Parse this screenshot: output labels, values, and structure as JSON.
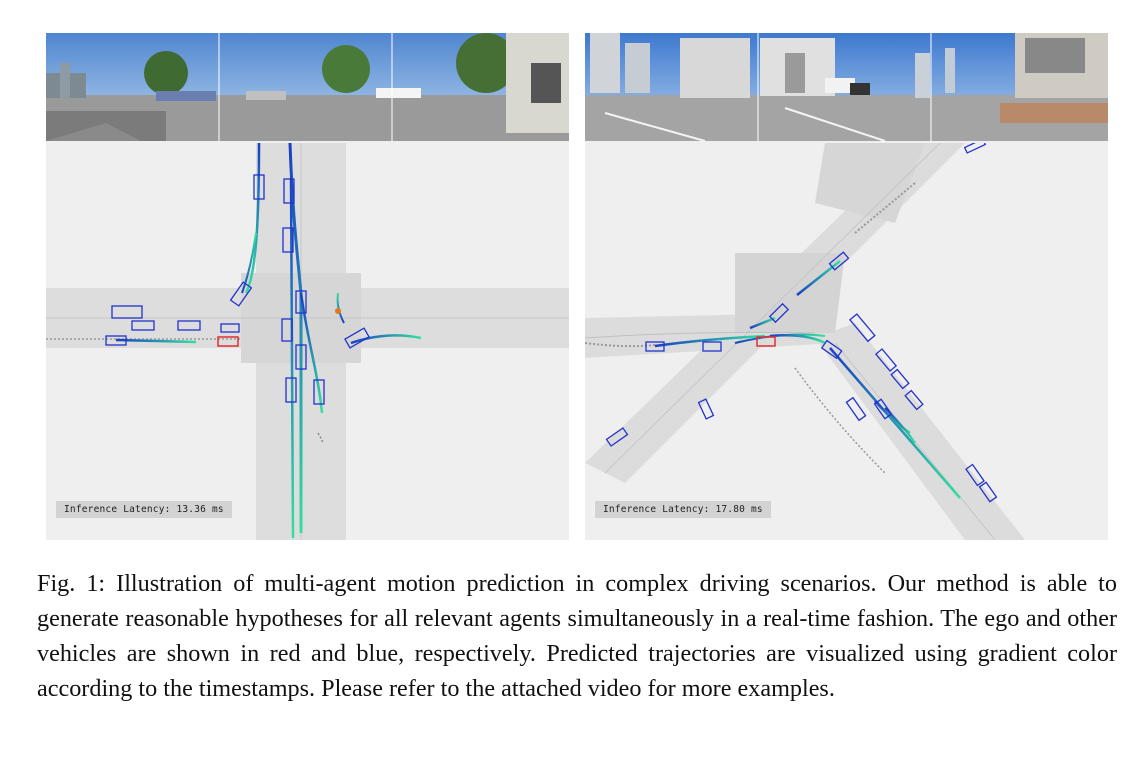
{
  "figure": {
    "panels": [
      {
        "id": "left",
        "latency_label": "Inference Latency: 13.36 ms"
      },
      {
        "id": "right",
        "latency_label": "Inference Latency: 17.80 ms"
      }
    ],
    "colors": {
      "ego": "#e03030",
      "other": "#2233cc",
      "traj_start": "#1a3fc4",
      "traj_end": "#33e0a0",
      "road": "#dcdcdc",
      "bev_bg": "#efefef"
    },
    "caption": "Fig. 1: Illustration of multi-agent motion prediction in complex driving scenarios. Our method is able to generate reasonable hypotheses for all relevant agents simultaneously in a real-time fashion. The ego and other vehicles are shown in red and blue, respectively. Predicted trajectories are visualized using gradient color according to the timestamps. Please refer to the attached video for more examples."
  }
}
